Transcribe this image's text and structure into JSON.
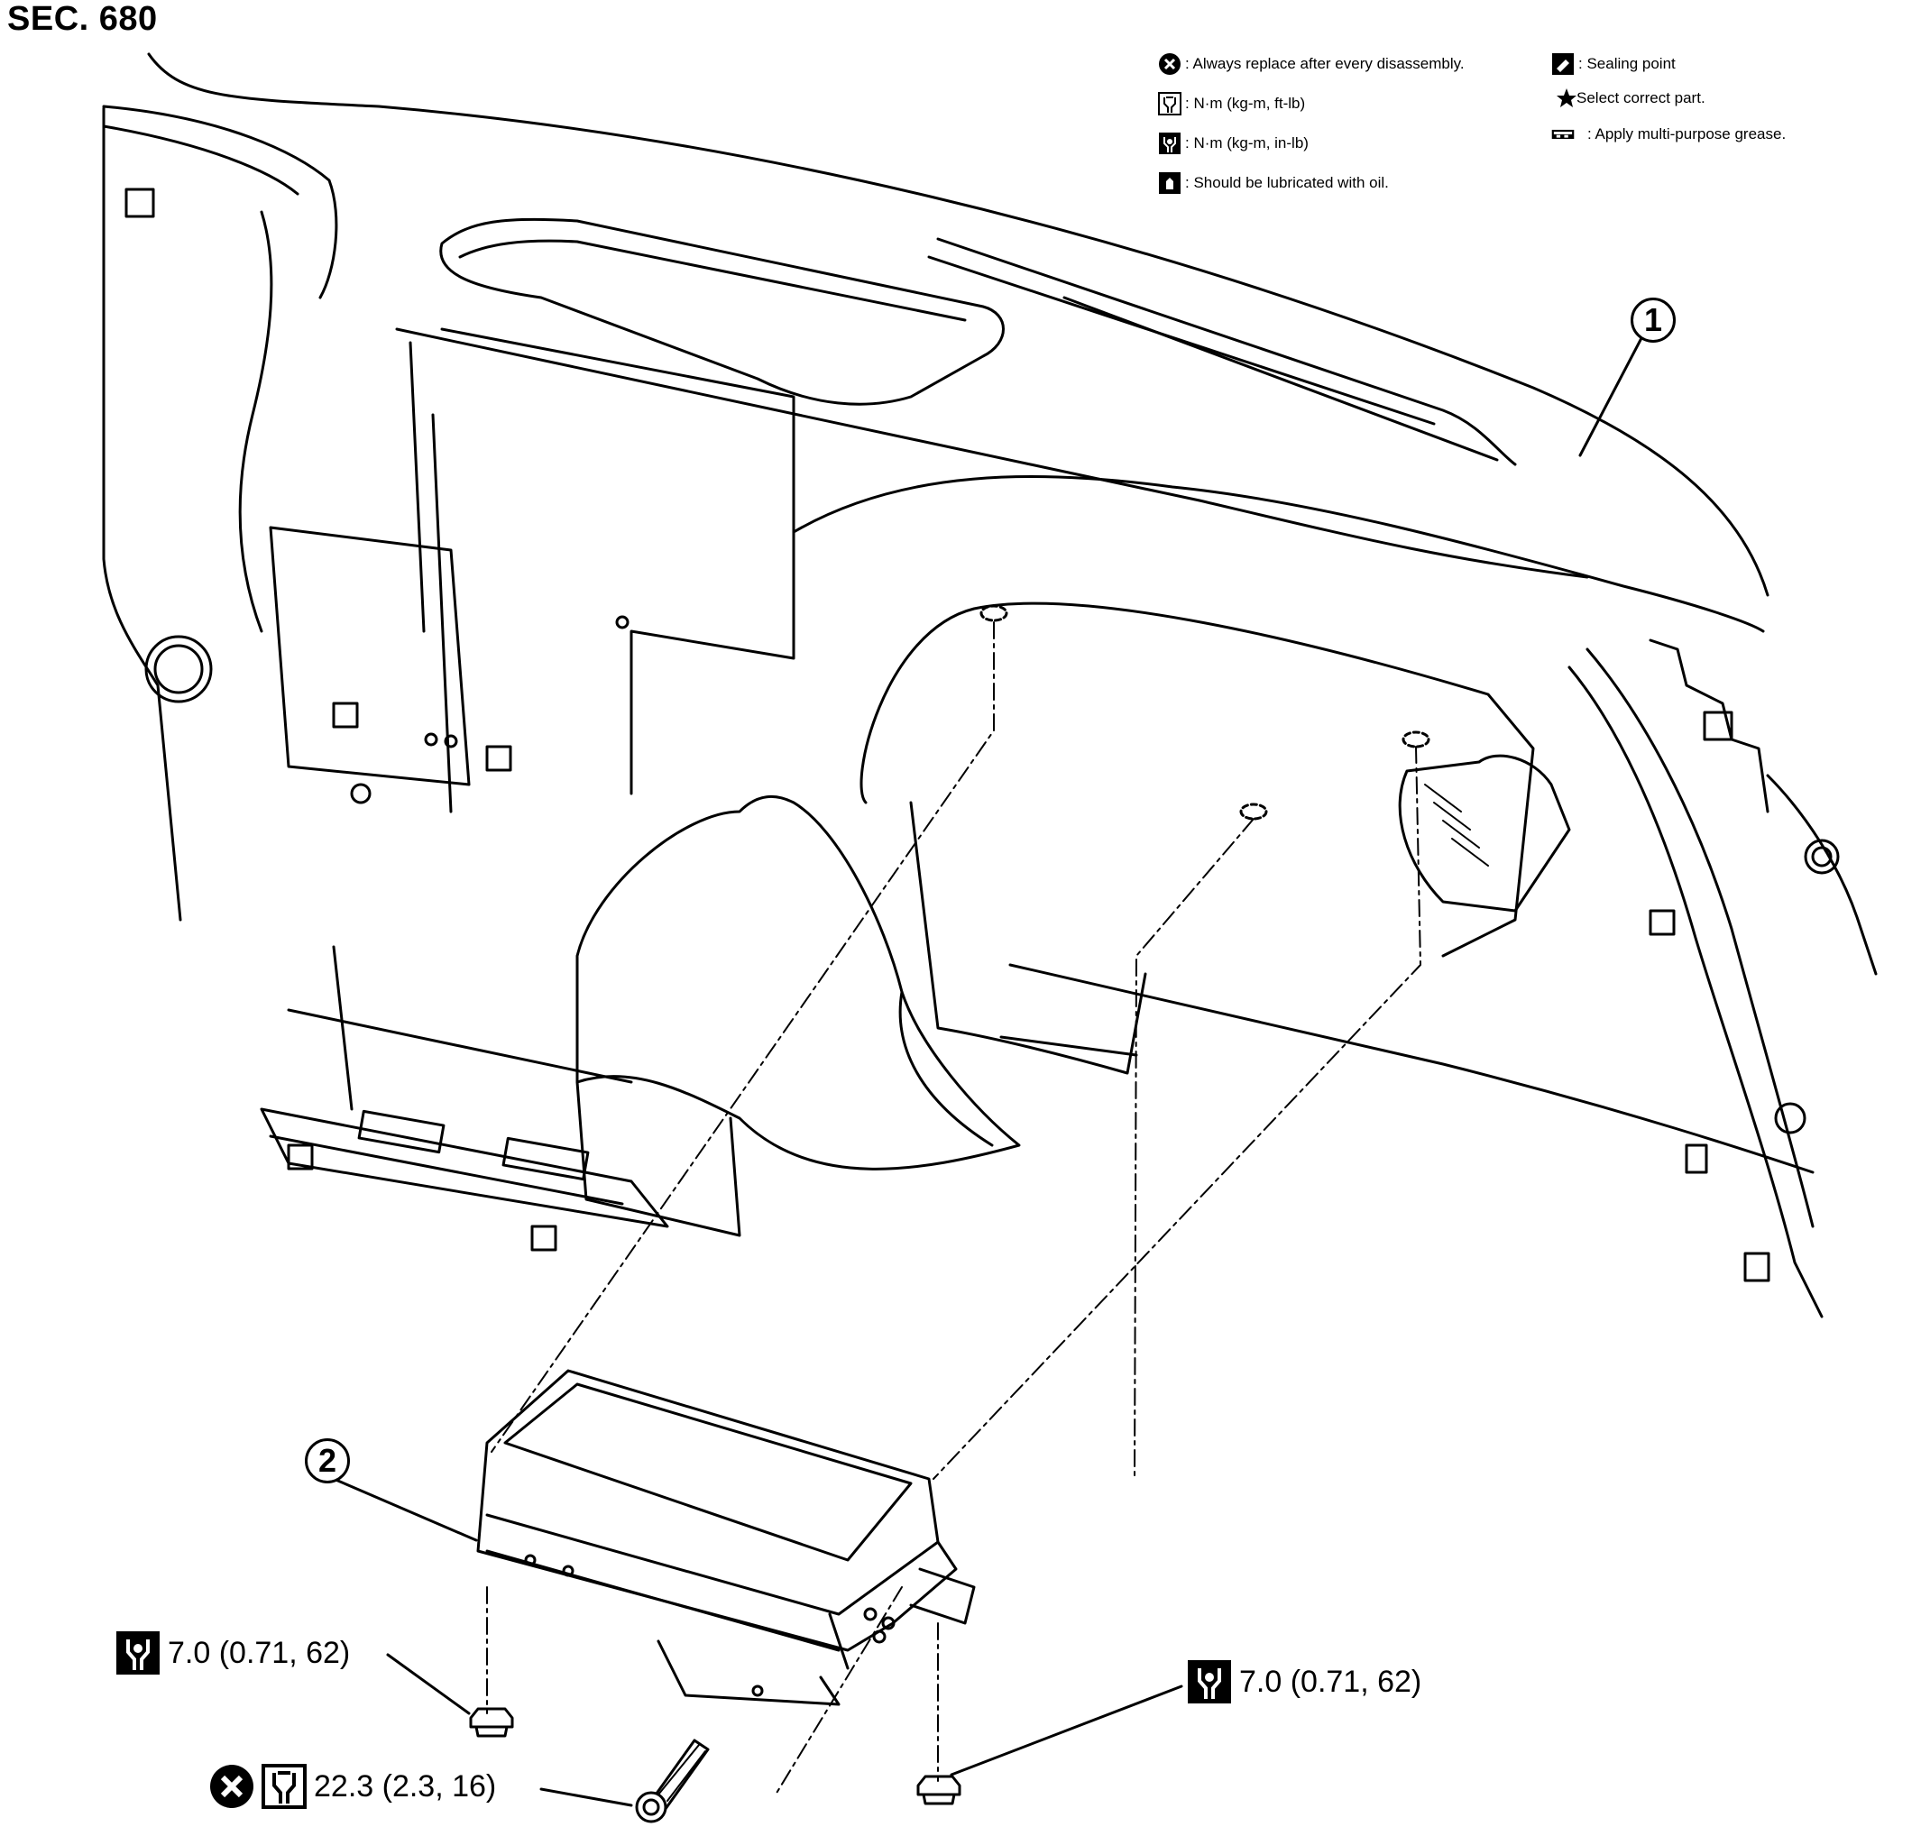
{
  "title": "SEC. 680",
  "legend": {
    "replace": {
      "icon": "replace-x-icon",
      "text": ": Always replace after every disassembly."
    },
    "torque_ftlb": {
      "icon": "torque-wrench-icon",
      "text": ": N·m (kg-m, ft-lb)"
    },
    "torque_inlb": {
      "icon": "torque-wrench-filled-icon",
      "text": ": N·m (kg-m, in-lb)"
    },
    "oil": {
      "icon": "oil-can-icon",
      "text": ": Should be lubricated with oil."
    },
    "sealing": {
      "icon": "sealing-point-icon",
      "text": ": Sealing point"
    },
    "select": {
      "icon": "star-icon",
      "text": "Select correct part."
    },
    "grease": {
      "icon": "grease-icon",
      "text": ": Apply multi-purpose grease."
    }
  },
  "callouts": {
    "part1": "1",
    "part2": "2"
  },
  "specs": {
    "left_nut": "7.0 (0.71, 62)",
    "right_nut": "7.0 (0.71, 62)",
    "bolt": "22.3 (2.3, 16)"
  }
}
